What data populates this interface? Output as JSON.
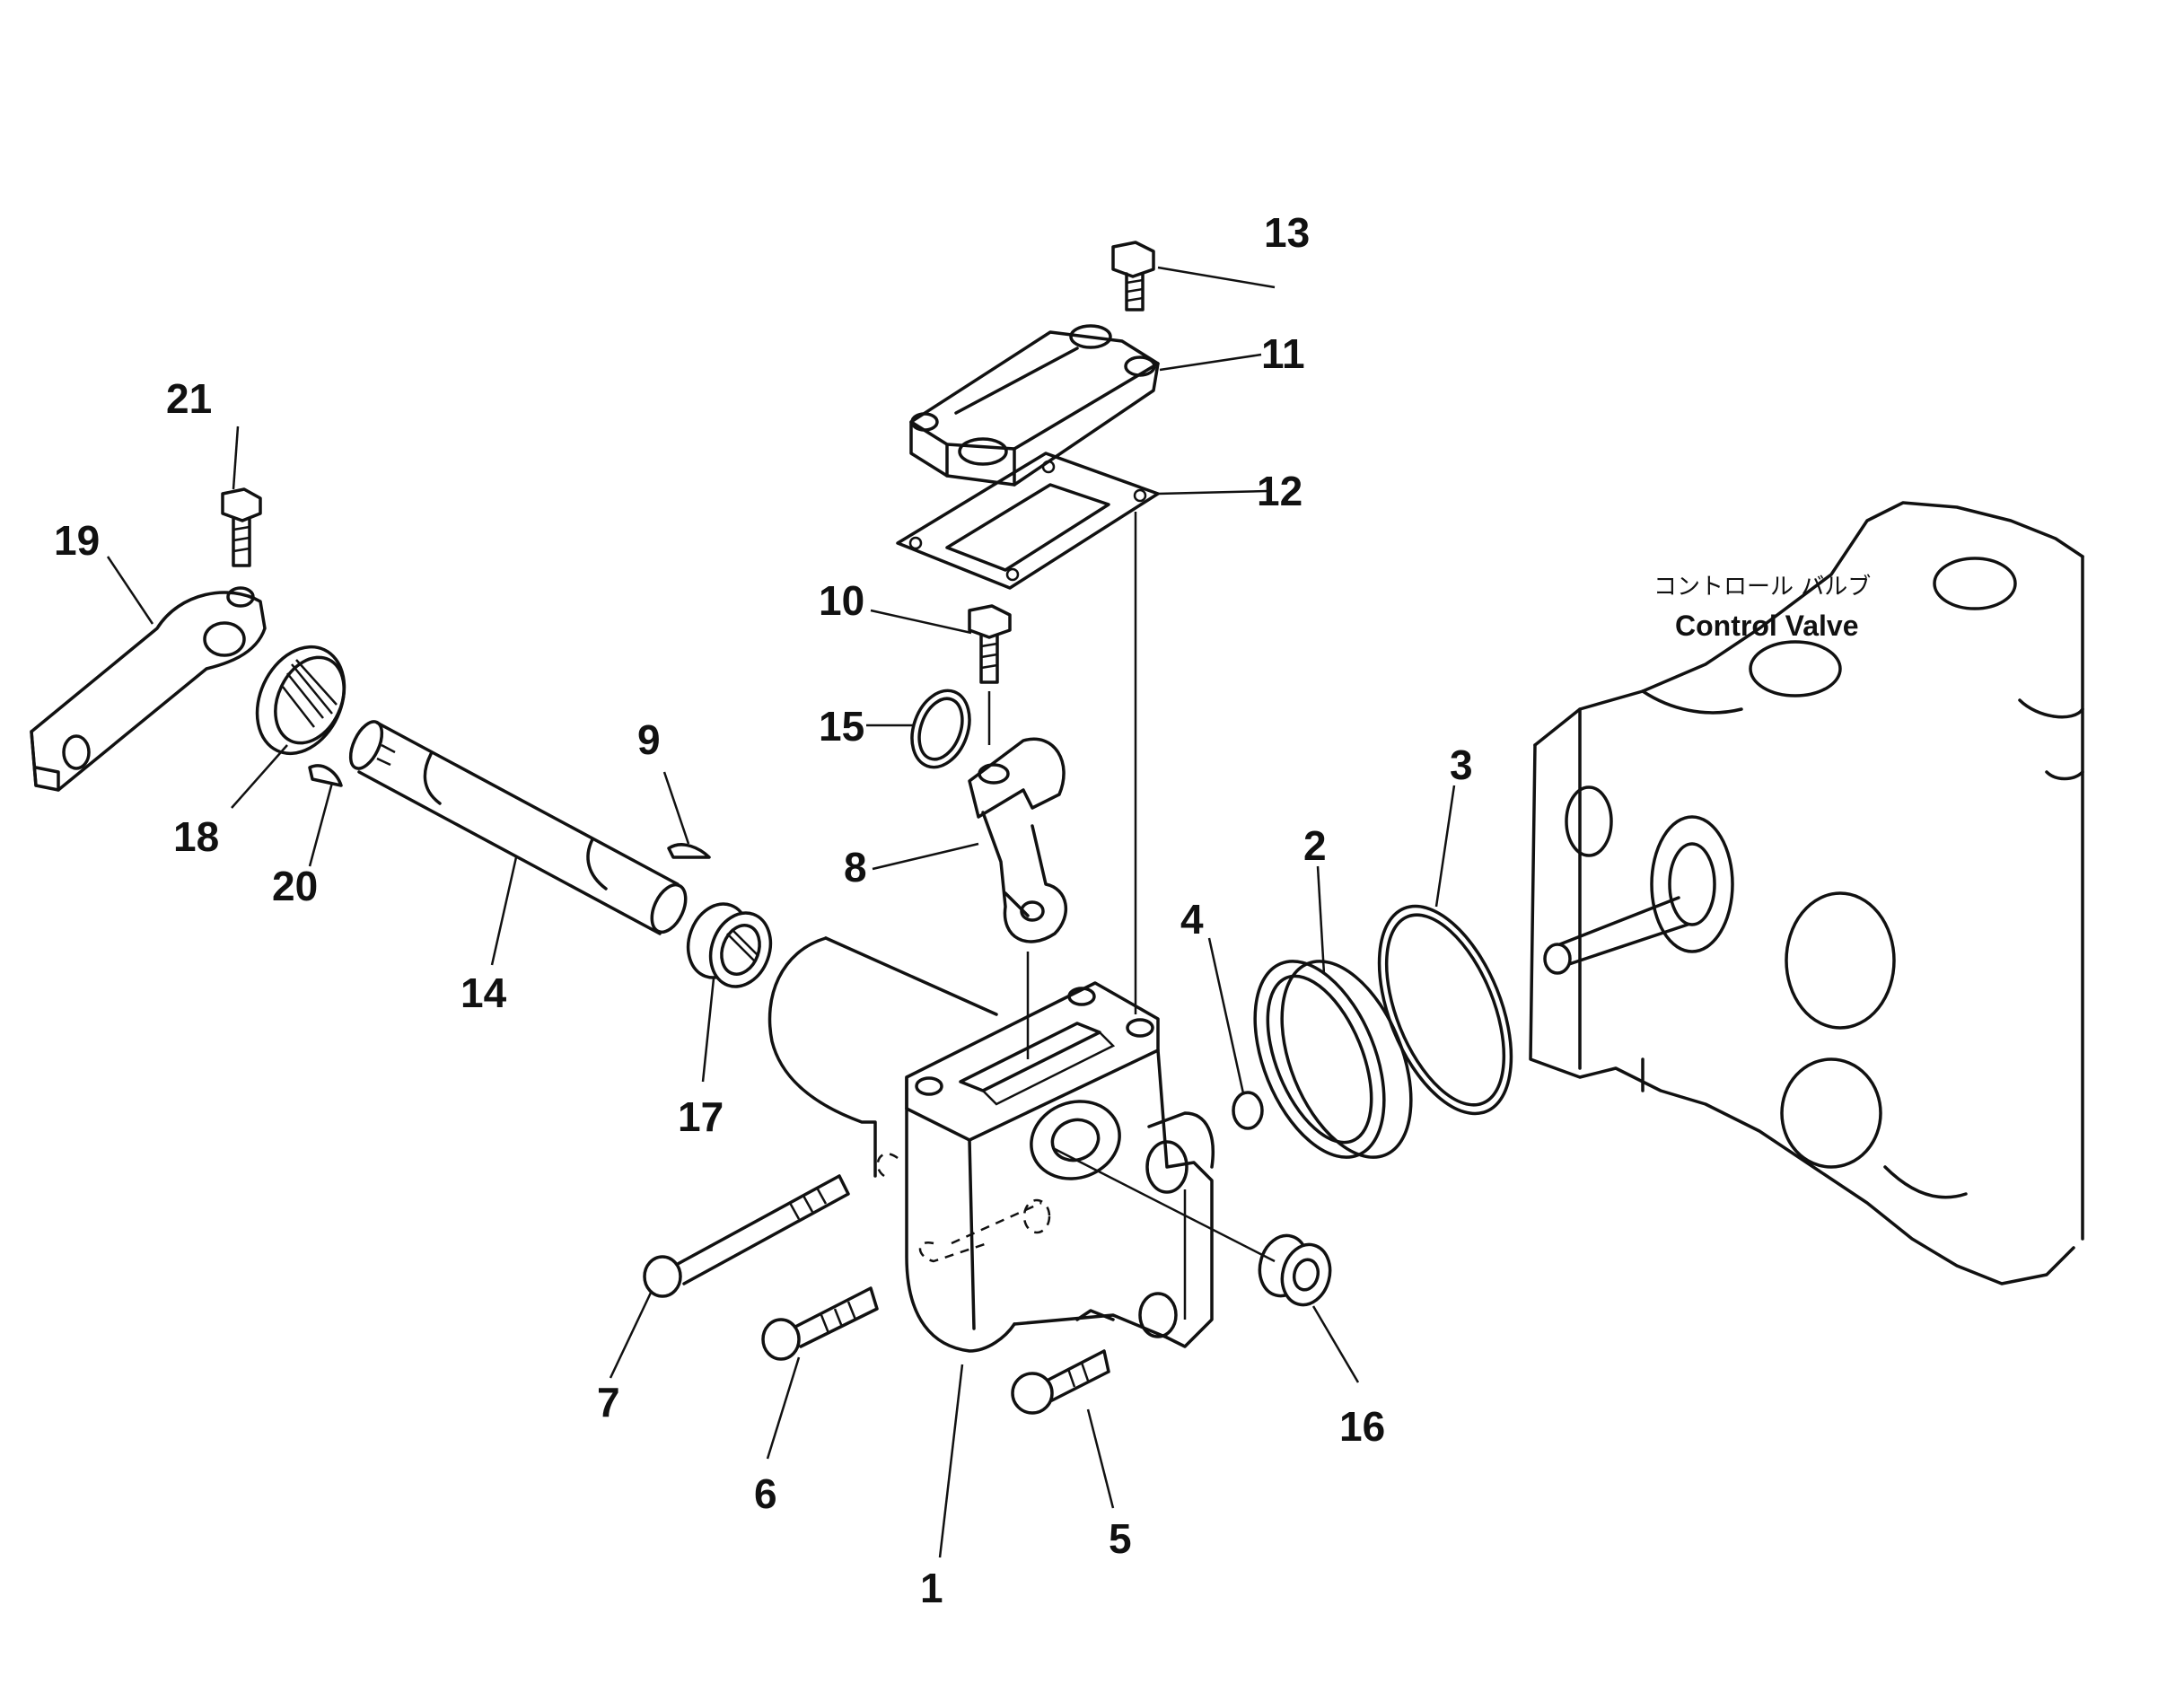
{
  "callouts": [
    {
      "id": "1",
      "label": "1"
    },
    {
      "id": "2",
      "label": "2"
    },
    {
      "id": "3",
      "label": "3"
    },
    {
      "id": "4",
      "label": "4"
    },
    {
      "id": "5",
      "label": "5"
    },
    {
      "id": "6",
      "label": "6"
    },
    {
      "id": "7",
      "label": "7"
    },
    {
      "id": "8",
      "label": "8"
    },
    {
      "id": "9",
      "label": "9"
    },
    {
      "id": "10",
      "label": "10"
    },
    {
      "id": "11",
      "label": "11"
    },
    {
      "id": "12",
      "label": "12"
    },
    {
      "id": "13",
      "label": "13"
    },
    {
      "id": "14",
      "label": "14"
    },
    {
      "id": "15",
      "label": "15"
    },
    {
      "id": "16",
      "label": "16"
    },
    {
      "id": "17",
      "label": "17"
    },
    {
      "id": "18",
      "label": "18"
    },
    {
      "id": "19",
      "label": "19"
    },
    {
      "id": "20",
      "label": "20"
    },
    {
      "id": "21",
      "label": "21"
    }
  ],
  "annotation": {
    "japanese": "コントロール バルブ",
    "english": "Control Valve"
  },
  "colors": {
    "ink": "#111111",
    "paper": "#ffffff"
  }
}
